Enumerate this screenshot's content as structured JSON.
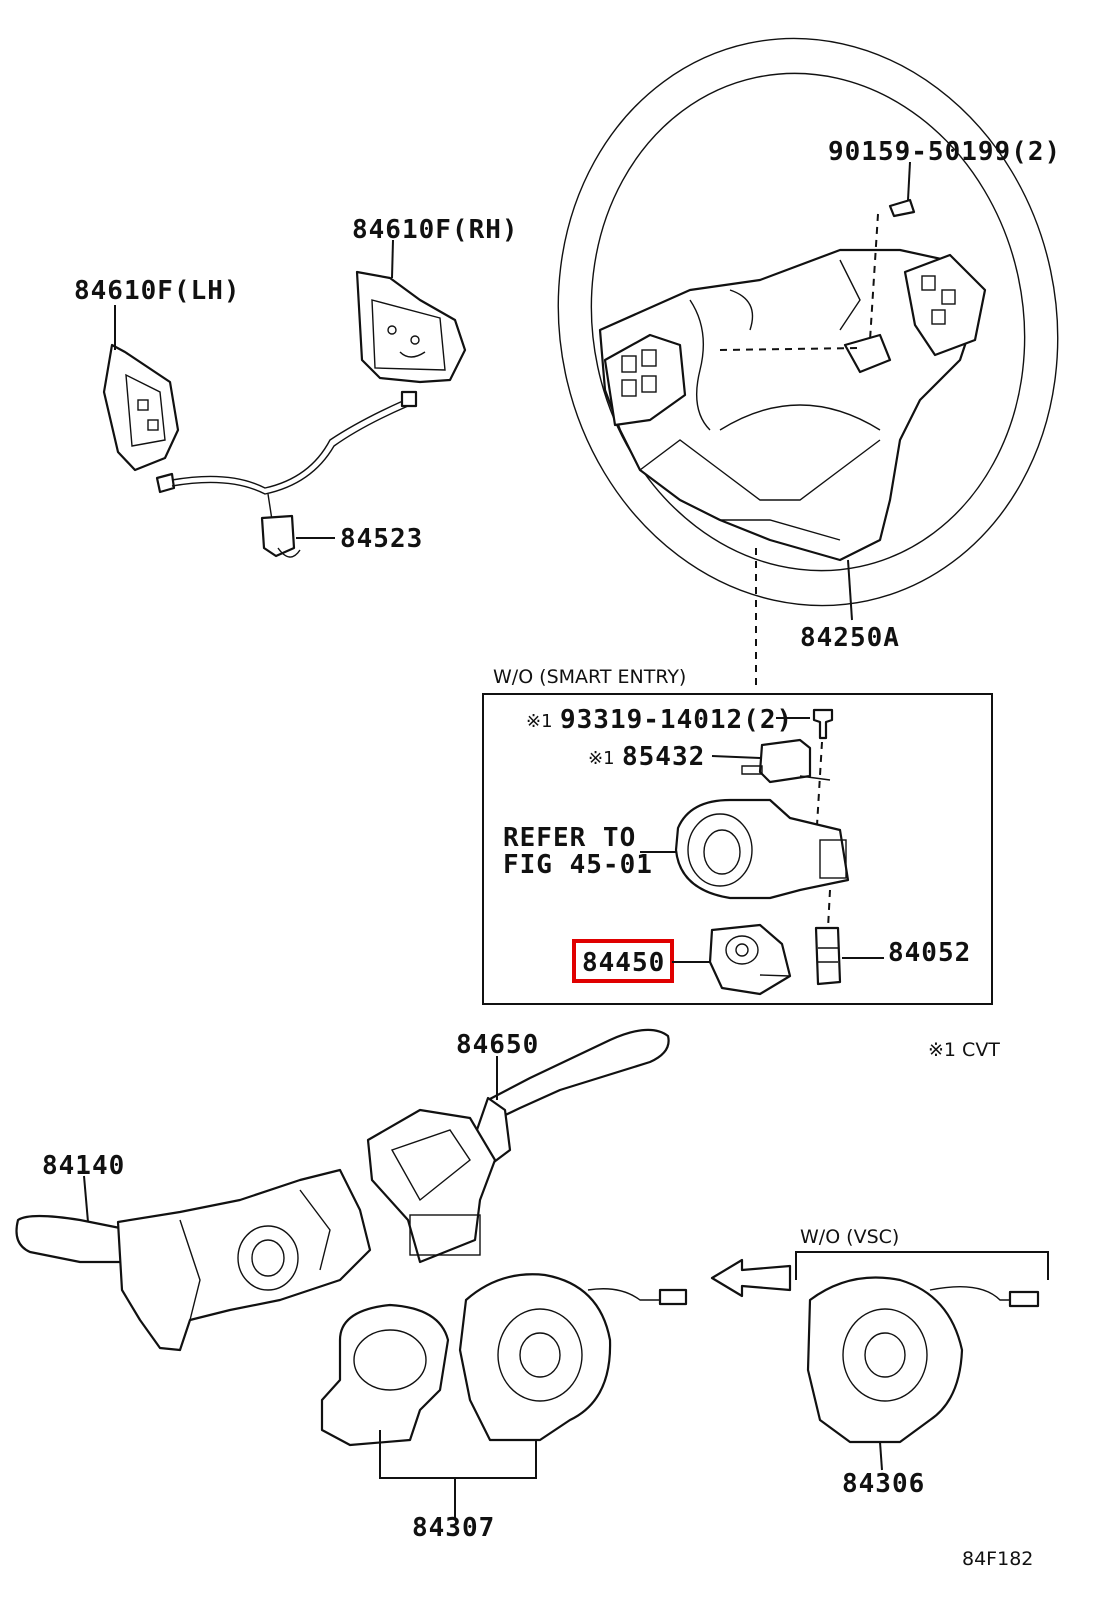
{
  "labels": {
    "p84610f_lh": "84610F(LH)",
    "p84610f_rh": "84610F(RH)",
    "p84523": "84523",
    "p90159": "90159-50199(2)",
    "p84250a": "84250A",
    "wo_smart_entry": "W/O (SMART ENTRY)",
    "p93319": "93319-14012(2)",
    "p85432": "85432",
    "mark1": "※1",
    "refer_to": "REFER TO",
    "fig_ref": "FIG 45-01",
    "p84450": "84450",
    "p84052": "84052",
    "cvt_note": "※1  CVT",
    "p84650": "84650",
    "p84140": "84140",
    "wo_vsc": "W/O (VSC)",
    "p84306": "84306",
    "p84307": "84307",
    "diagram_code": "84F182"
  },
  "highlight": {
    "part": "84450",
    "color": "#e00000"
  }
}
